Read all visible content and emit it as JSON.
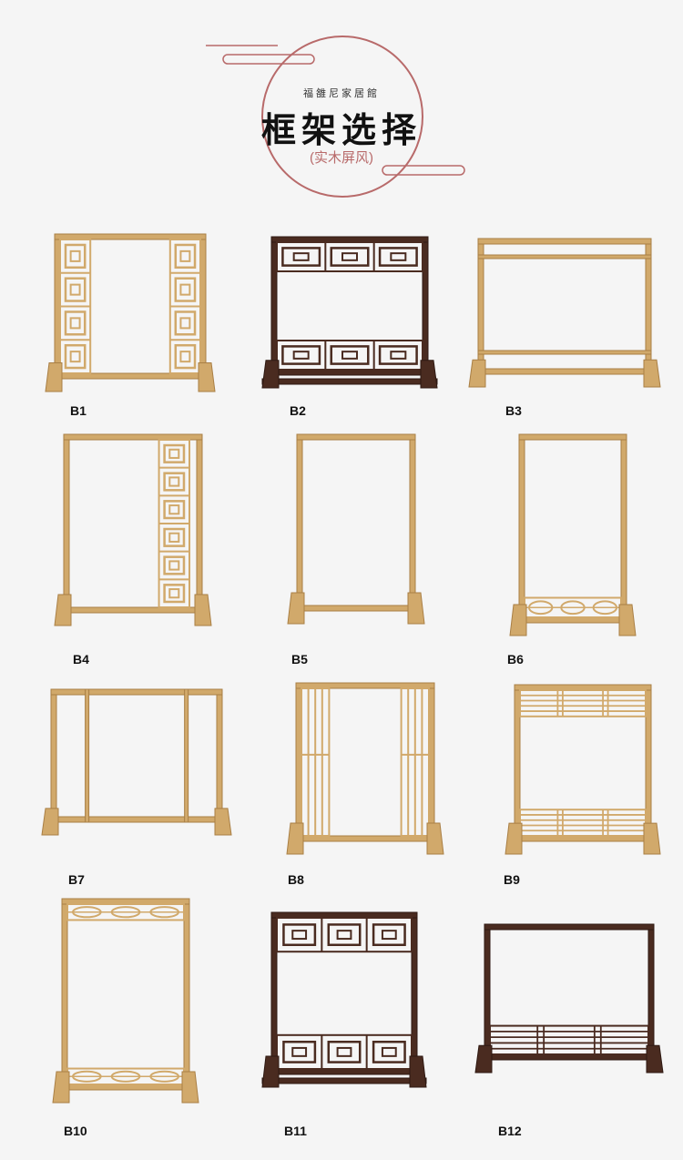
{
  "header": {
    "brand": "福雒尼家居館",
    "title": "框架选择",
    "subtitle": "(实木屏风)"
  },
  "colors": {
    "wood": "#d1a96b",
    "wood_dark": "#a97f45",
    "walnut": "#4a2b20",
    "walnut_dark": "#2e1912",
    "accent": "#b86a6a"
  },
  "frames": [
    {
      "label": "B1",
      "style": "side-lattice",
      "finish": "wood"
    },
    {
      "label": "B2",
      "style": "top-bottom-lattice",
      "finish": "walnut"
    },
    {
      "label": "B3",
      "style": "plain-crossbars",
      "finish": "wood"
    },
    {
      "label": "B4",
      "style": "right-lattice",
      "finish": "wood"
    },
    {
      "label": "B5",
      "style": "plain",
      "finish": "wood"
    },
    {
      "label": "B6",
      "style": "bottom-lattice",
      "finish": "wood"
    },
    {
      "label": "B7",
      "style": "three-panel",
      "finish": "wood"
    },
    {
      "label": "B8",
      "style": "side-slats",
      "finish": "wood"
    },
    {
      "label": "B9",
      "style": "top-bottom-slats",
      "finish": "wood"
    },
    {
      "label": "B10",
      "style": "top-bottom-oval-lattice",
      "finish": "wood"
    },
    {
      "label": "B11",
      "style": "top-bottom-lattice",
      "finish": "walnut"
    },
    {
      "label": "B12",
      "style": "bottom-slats",
      "finish": "walnut"
    }
  ]
}
